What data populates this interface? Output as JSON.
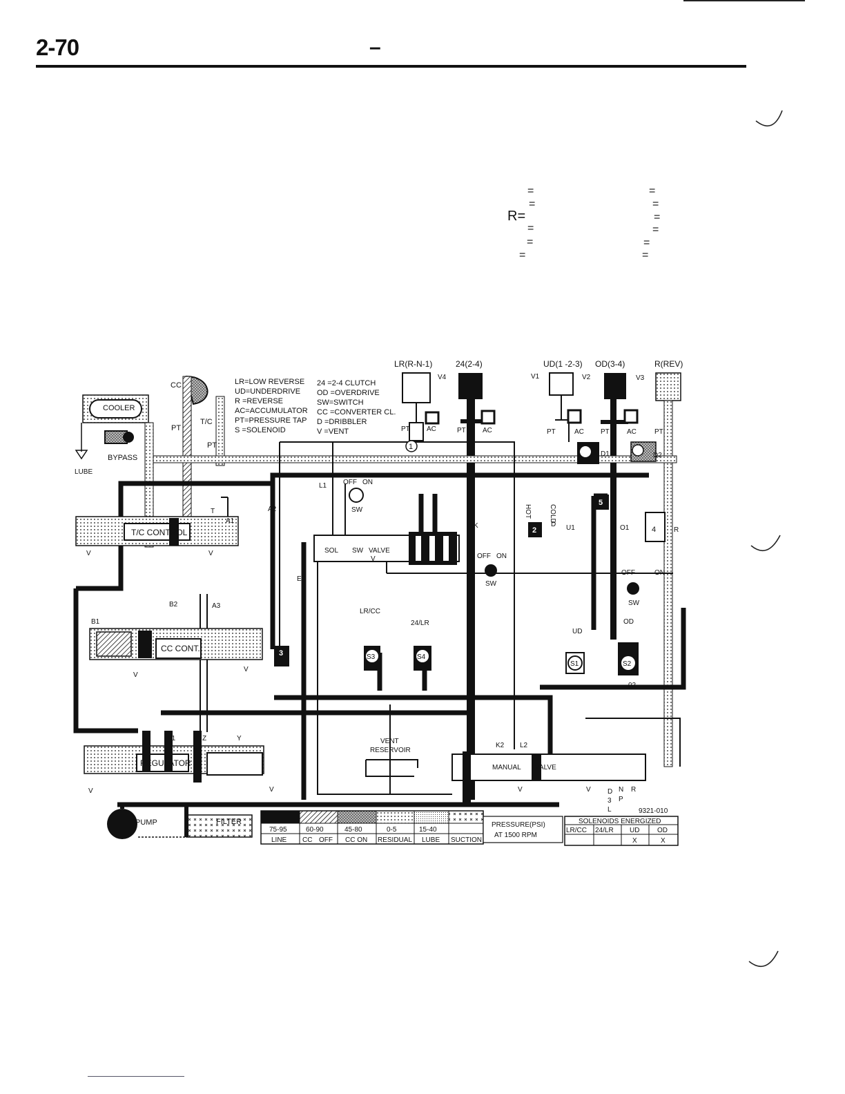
{
  "header": {
    "page_number": "2-70",
    "dash": "–"
  },
  "equation_list": {
    "left": [
      "=",
      "=",
      "R=",
      "=",
      "=",
      "="
    ],
    "right": [
      "=",
      "=",
      "=",
      "=",
      "=",
      "="
    ]
  },
  "legend": {
    "left": [
      "LR=LOW REVERSE",
      "UD=UNDERDRIVE",
      "R =REVERSE",
      "AC=ACCUMULATOR",
      "PT=PRESSURE TAP",
      "S =SOLENOID"
    ],
    "right": [
      "24 =2-4 CLUTCH",
      "OD =OVERDRIVE",
      "SW=SWITCH",
      "CC =CONVERTER CL.",
      "D =DRIBBLER",
      "V =VENT"
    ]
  },
  "clutch_labels": {
    "lr": "LR(R-N-1)",
    "c24": "24(2-4)",
    "ud": "UD(1 -2-3)",
    "od": "OD(3-4)",
    "rev": "R(REV)"
  },
  "components": {
    "cc": "CC",
    "cooler": "COOLER",
    "bypass": "BYPASS",
    "lube": "LUBE",
    "tc": "T/C",
    "pt": "PT",
    "tc_control": "T/C CONTROL",
    "cc_control": "CC CONT.",
    "regulator": "REGULATOR",
    "pump": "PUMP",
    "filter": "FILTER",
    "manual": "MANUAL",
    "valve": "VALVE",
    "sol": "SOL",
    "sw": "SW",
    "sol_valve": "VALVE",
    "vent_reservoir_1": "VENT",
    "vent_reservoir_2": "RESERVOIR",
    "off": "OFF",
    "on": "ON",
    "lr_cc": "LR/CC",
    "lr_24": "24/LR",
    "ud": "UD",
    "od": "OD",
    "hot": "HOT",
    "cold": "COLD",
    "figure_code": "9321-010"
  },
  "passages": {
    "a1": "A1",
    "a2": "A2",
    "a3": "A3",
    "b1": "B1",
    "b2": "B2",
    "l1": "L1",
    "l2": "L2",
    "k": "K",
    "k2": "K2",
    "e": "E",
    "x1": "X1",
    "z": "Z",
    "y": "Y",
    "u1": "U1",
    "o1": "O1",
    "o2": "02",
    "r": "R",
    "t": "T",
    "d": "D",
    "d1": "D1",
    "d2": "D2",
    "v1": "V1",
    "v2": "V2",
    "v3": "V3",
    "v4": "V4",
    "ac": "AC",
    "v": "V"
  },
  "selector": [
    "D",
    "3",
    "L",
    "N",
    "R",
    "P"
  ],
  "markers": {
    "m1": "1",
    "m2": "2",
    "m3": "3",
    "m4": "4",
    "m5": "5",
    "s1": "S1",
    "s2": "S2",
    "s3": "S3",
    "s4": "S4"
  },
  "pressure_legend": {
    "ranges": [
      "75-95",
      "60-90",
      "45-80",
      "0-5",
      "15-40",
      ""
    ],
    "names": [
      "LINE",
      "CC",
      "OFF",
      "CC ON",
      "RESIDUAL",
      "LUBE",
      "SUCTION"
    ],
    "title_1": "PRESSURE(PSI)",
    "title_2": "AT 1500 RPM"
  },
  "solenoid_table": {
    "title": "SOLENOIDS ENERGIZED",
    "headers": [
      "LR/CC",
      "24/LR",
      "UD",
      "OD"
    ],
    "values": [
      "",
      "",
      "X",
      "X"
    ]
  },
  "colors": {
    "line": "#111111",
    "paper": "#ffffff",
    "rule": "#556677"
  }
}
